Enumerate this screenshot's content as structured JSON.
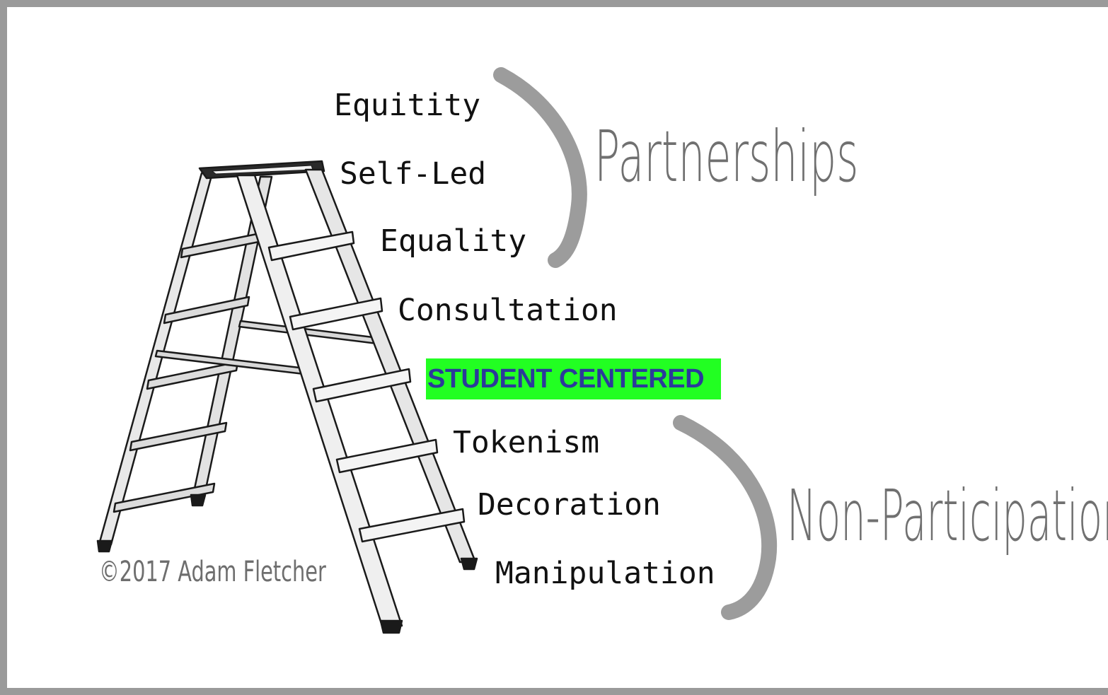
{
  "rungs": {
    "equitity": "Equitity",
    "self_led": "Self-Led",
    "equality": "Equality",
    "consultation": "Consultation",
    "student_centered": "STUDENT CENTERED",
    "tokenism": "Tokenism",
    "decoration": "Decoration",
    "manipulation": "Manipulation"
  },
  "groups": {
    "partnerships": "Partnerships",
    "non_participation": "Non-Participation"
  },
  "copyright": "©2017 Adam Fletcher",
  "colors": {
    "highlight_background": "#22ff22",
    "highlight_text": "#2b3a9a",
    "bracket": "#9c9c9c",
    "frame": "#9a9a9a"
  },
  "icons": {
    "ladder": "step-ladder-icon",
    "brackets": "curly-bracket-icon"
  }
}
